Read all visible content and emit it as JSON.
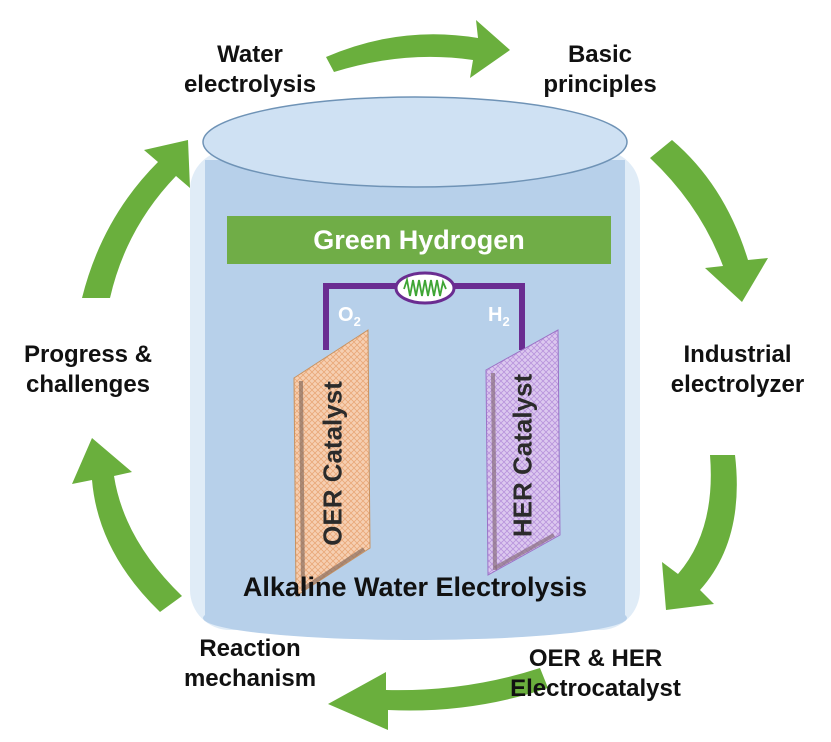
{
  "cycle": {
    "water_electrolysis": [
      "Water",
      "electrolysis"
    ],
    "basic_principles": [
      "Basic",
      "principles"
    ],
    "industrial_electrolyzer": [
      "Industrial",
      "electrolyzer"
    ],
    "oer_her_electrocatalyst": [
      "OER & HER",
      "Electrocatalyst"
    ],
    "reaction_mechanism": [
      "Reaction",
      "mechanism"
    ],
    "progress_challenges": [
      "Progress &",
      "challenges"
    ]
  },
  "cell": {
    "banner": "Green Hydrogen",
    "oxygen_label": "O",
    "oxygen_subscript": "2",
    "hydrogen_label": "H",
    "hydrogen_subscript": "2",
    "oer_catalyst": "OER Catalyst",
    "her_catalyst": "HER Catalyst",
    "title": "Alkaline Water Electrolysis"
  },
  "colors": {
    "arrow_green": "#6aaf3d",
    "banner_green": "#70ad47",
    "tank_blue": "#b9d3ec",
    "wire_purple": "#6a2c91",
    "oer_orange": "#f4c7a6",
    "her_purple": "#d7c1ec"
  }
}
